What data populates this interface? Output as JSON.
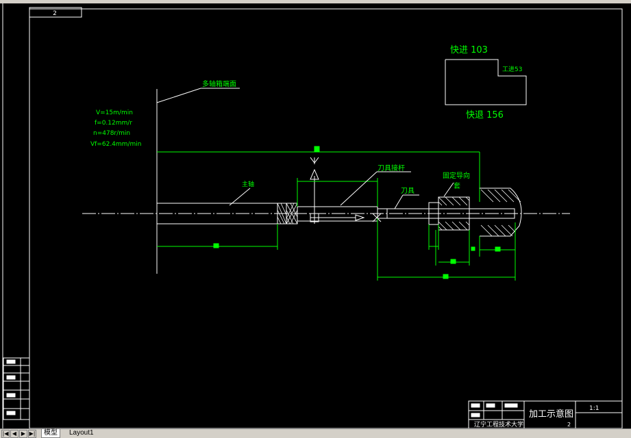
{
  "drawing": {
    "corner_mark": "2",
    "fast_forward": "快进 103",
    "work_feed": "工进53",
    "fast_return": "快退 156",
    "multi_axis_face": "多轴箱端面",
    "cutting_params": [
      "V=15m/min",
      "f=0.12mm/r",
      "n=478r/min",
      "Vf=62.4mm/min"
    ],
    "spindle": "主轴",
    "tool_holder": "刀具接杆",
    "tool": "刀具",
    "guide_sleeve_line1": "固定导向",
    "guide_sleeve_line2": "套",
    "title_block": {
      "title": "加工示意图",
      "scale": "1:1",
      "school": "辽宁工程技术大学",
      "sheet": "2"
    }
  },
  "tabs": {
    "model": "模型",
    "layout1": "Layout1"
  },
  "colors": {
    "background": "#000000",
    "annotation": "#00ff00",
    "outline": "#ffffff",
    "hatch": "#ffffff"
  }
}
